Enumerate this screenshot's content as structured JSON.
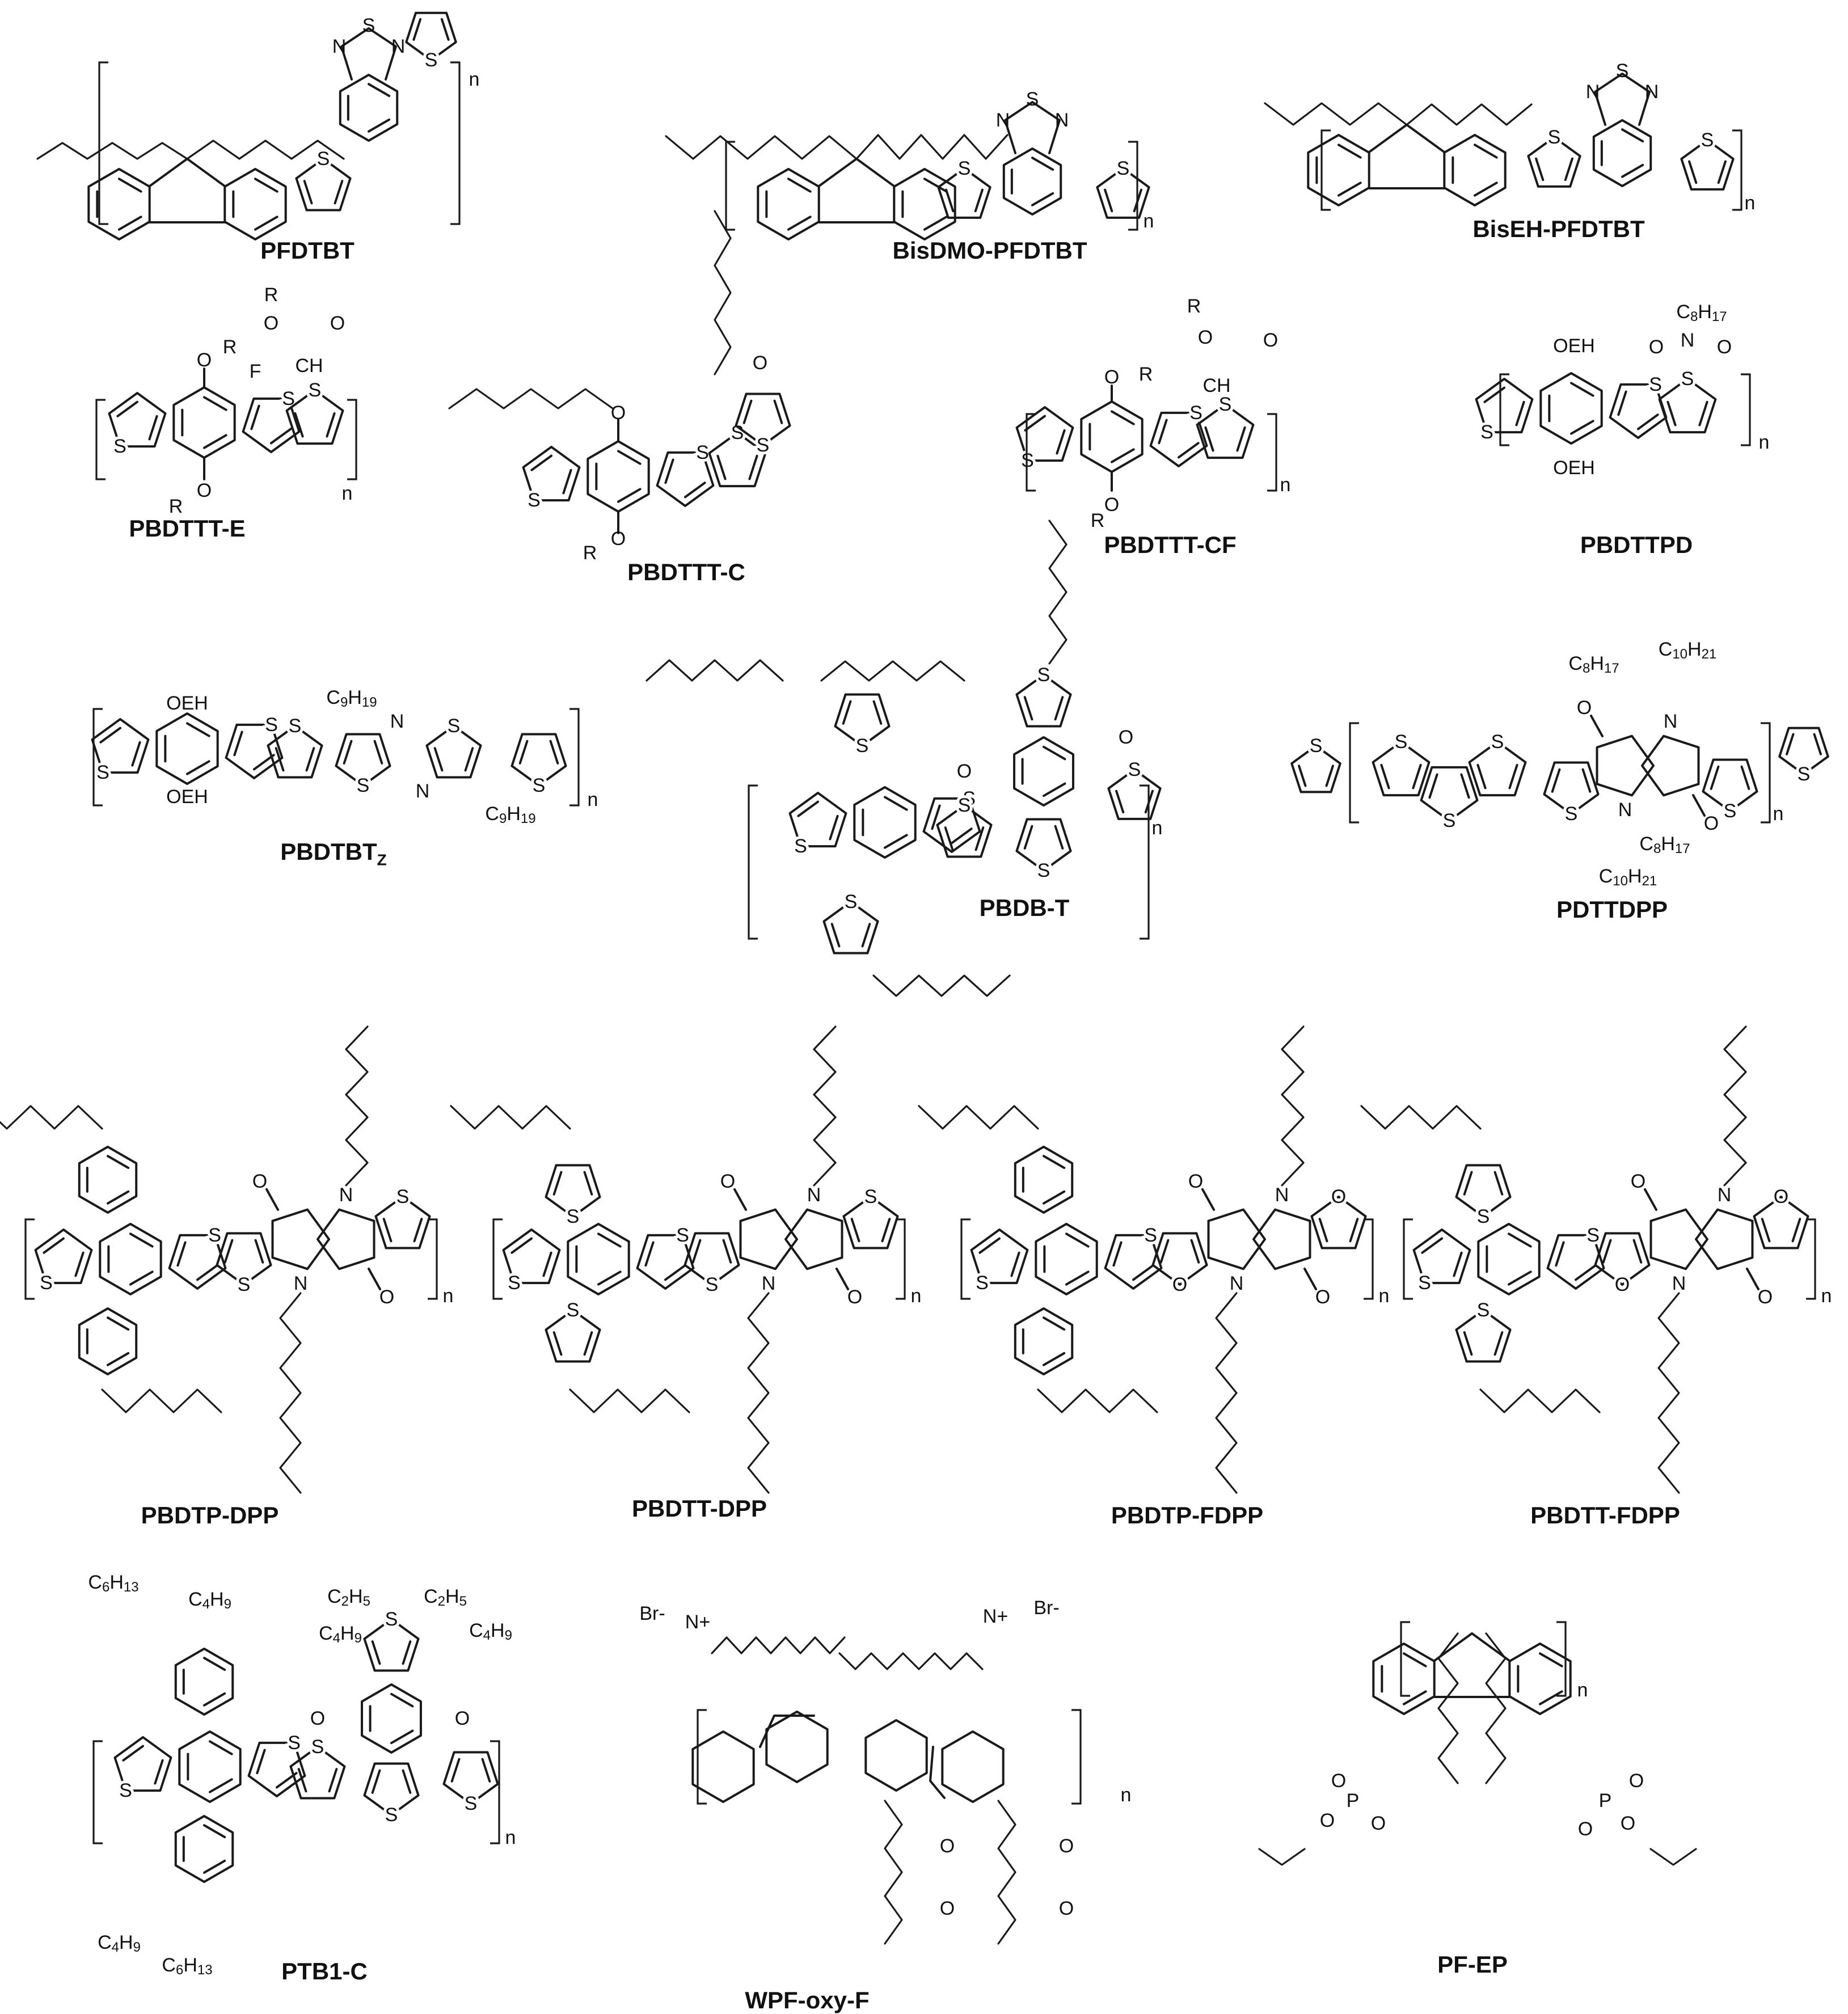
{
  "compounds": [
    {
      "id": "pfdtbt",
      "name": "PFDTBT"
    },
    {
      "id": "bisdmo",
      "name": "BisDMO-PFDTBT"
    },
    {
      "id": "biseh",
      "name": "BisEH-PFDTBT"
    },
    {
      "id": "pbdttt_e",
      "name": "PBDTTT-E"
    },
    {
      "id": "pbdttt_c",
      "name": "PBDTTT-C"
    },
    {
      "id": "pbdttt_cf",
      "name": "PBDTTT-CF"
    },
    {
      "id": "pbdttpd",
      "name": "PBDTTPD"
    },
    {
      "id": "pbdtbtz",
      "name": "PBDTBT",
      "name_sub": "Z"
    },
    {
      "id": "pbdb_t",
      "name": "PBDB-T"
    },
    {
      "id": "pdttdpp",
      "name": "PDTTDPP"
    },
    {
      "id": "pbdtp_dpp",
      "name": "PBDTP-DPP"
    },
    {
      "id": "pbdtt_dpp",
      "name": "PBDTT-DPP"
    },
    {
      "id": "pbdtp_fdpp",
      "name": "PBDTP-FDPP"
    },
    {
      "id": "pbdtt_fdpp",
      "name": "PBDTT-FDPP"
    },
    {
      "id": "ptb1_c",
      "name": "PTB1-C"
    },
    {
      "id": "wpf_oxy_f",
      "name": "WPF-oxy-F"
    },
    {
      "id": "pf_ep",
      "name": "PF-EP"
    }
  ],
  "atoms": {
    "S": "S",
    "N": "N",
    "O": "O",
    "F": "F",
    "R": "R",
    "CH": "CH",
    "OEH": "OEH",
    "Br": "Br-",
    "n": "n",
    "N_plus": "N+",
    "C": "C",
    "H": "H",
    "P": "P"
  },
  "alkyl_groups": {
    "C8H17": {
      "C": "C",
      "c_sub": "8",
      "H": "H",
      "h_sub": "17"
    },
    "C10H21": {
      "C": "C",
      "c_sub": "10",
      "H": "H",
      "h_sub": "21"
    },
    "C9H19": {
      "C": "C",
      "c_sub": "9",
      "H": "H",
      "h_sub": "19"
    },
    "C6H13": {
      "C": "C",
      "c_sub": "6",
      "H": "H",
      "h_sub": "13"
    },
    "C4H9": {
      "C": "C",
      "c_sub": "4",
      "H": "H",
      "h_sub": "9"
    },
    "C2H5": {
      "C": "C",
      "c_sub": "2",
      "H": "H",
      "h_sub": "5"
    }
  },
  "colors": {
    "ink": "#1a1a1a",
    "background": "#ffffff"
  }
}
